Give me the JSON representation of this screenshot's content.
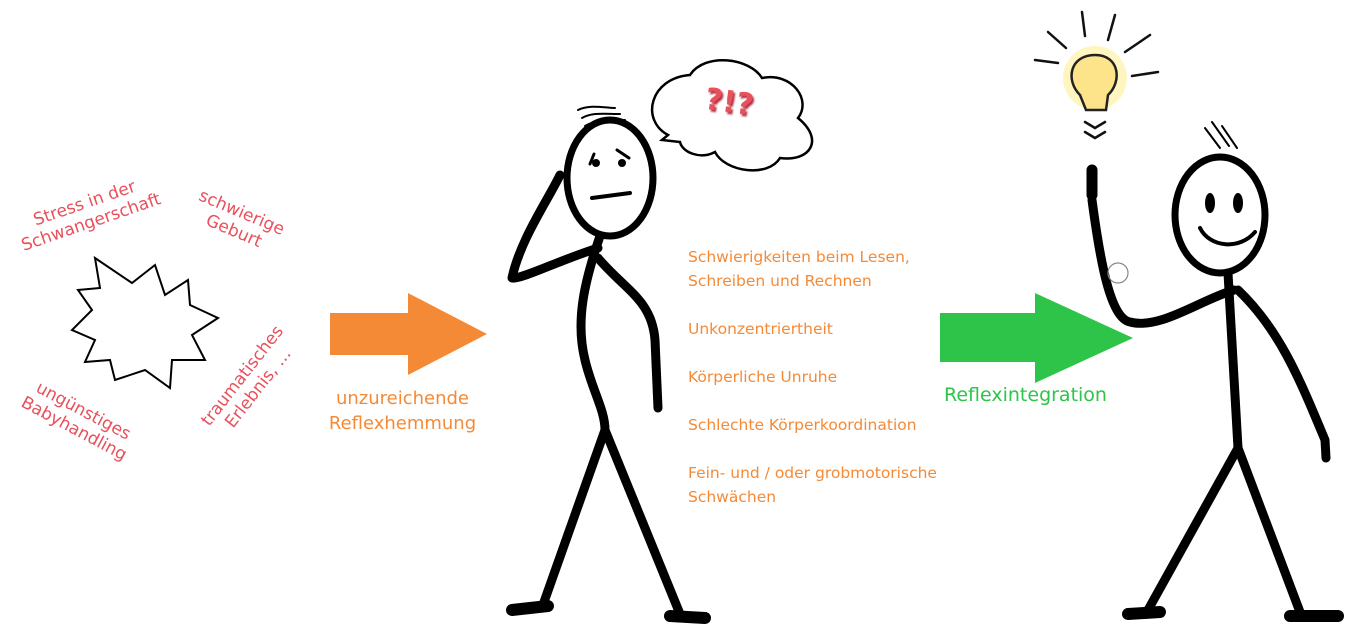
{
  "causes": [
    {
      "line1": "Stress in der",
      "line2": "Schwangerschaft"
    },
    {
      "line1": "schwierige",
      "line2": "Geburt"
    },
    {
      "line1": "ungünstiges",
      "line2": "Babyhandling"
    },
    {
      "line1": "traumatisches",
      "line2": "Erlebnis, ..."
    }
  ],
  "arrow_left": {
    "line1": "unzureichende",
    "line2": "Reflexhemmung",
    "color": "#f58a36"
  },
  "arrow_right": {
    "label": "Reflexintegration",
    "color": "#2ec44a"
  },
  "thought": "?!?",
  "symptoms": [
    "Schwierigkeiten beim Lesen,\nSchreiben und Rechnen",
    "Unkonzentriertheit",
    "Körperliche Unruhe",
    "Schlechte Körperkoordination",
    "Fein- und / oder grobmotorische\nSchwächen"
  ],
  "colors": {
    "cause_text": "#e8505b",
    "orange": "#f58a36",
    "green": "#2ec44a"
  }
}
